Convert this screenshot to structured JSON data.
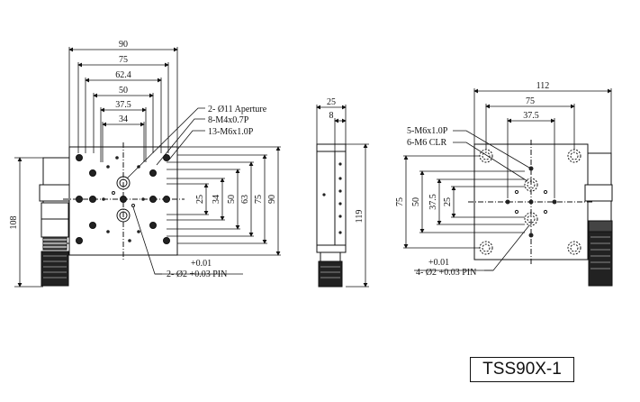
{
  "model": "TSS90X-1",
  "front_view": {
    "top_dims": [
      "90",
      "75",
      "62.4",
      "50",
      "37.5",
      "34"
    ],
    "right_dims": [
      "25",
      "34",
      "50",
      "63",
      "75",
      "90"
    ],
    "left_dim": "108",
    "callouts": [
      "2- Ø11 Aperture",
      "8-M4x0.7P",
      "13-M6x1.0P"
    ],
    "tolerance": "+0.01",
    "pin": "2- Ø2 +0.03 PIN"
  },
  "side_view": {
    "top_dims": [
      "25",
      "8"
    ],
    "right_dim": "119"
  },
  "bottom_view": {
    "top_dims": [
      "112",
      "75",
      "37.5"
    ],
    "left_dims": [
      "75",
      "50",
      "37.5",
      "25"
    ],
    "callouts": [
      "5-M6x1.0P",
      "6-M6 CLR"
    ],
    "tolerance": "+0.01",
    "pin": "4- Ø2 +0.03 PIN"
  },
  "colors": {
    "line": "#111111",
    "fill": "#e8e8e8",
    "hole": "#222222"
  }
}
